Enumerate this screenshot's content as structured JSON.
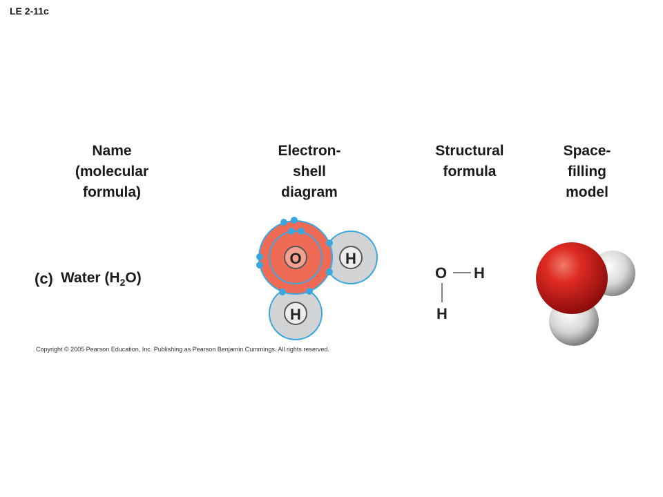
{
  "slide_label": "LE 2-11c",
  "headers": {
    "name": [
      "Name",
      "(molecular",
      "formula)"
    ],
    "electron_shell": [
      "Electron-",
      "shell",
      "diagram"
    ],
    "structural": [
      "Structural",
      "formula"
    ],
    "space_filling": [
      "Space-",
      "filling",
      "model"
    ]
  },
  "row": {
    "part_label": "(c)",
    "name_prefix": "Water (H",
    "subscript": "2",
    "name_suffix": "O)"
  },
  "electron_shell_diagram": {
    "oxygen_symbol": "O",
    "hydrogen_symbol_right": "H",
    "hydrogen_symbol_bottom": "H",
    "colors": {
      "oxygen_fill": "#f06b56",
      "hydrogen_fill": "#d1d3d4",
      "shell_stroke": "#3aa6e0",
      "electron": "#3aa6e0"
    }
  },
  "structural_formula": {
    "atom_o": "O",
    "atom_h_right": "H",
    "atom_h_bottom": "H"
  },
  "space_filling_model": {
    "colors": {
      "oxygen": "#d42020",
      "hydrogen": "#e6e6e6"
    }
  },
  "copyright": "Copyright © 2005 Pearson Education, Inc. Publishing as Pearson Benjamin Cummings. All rights reserved."
}
